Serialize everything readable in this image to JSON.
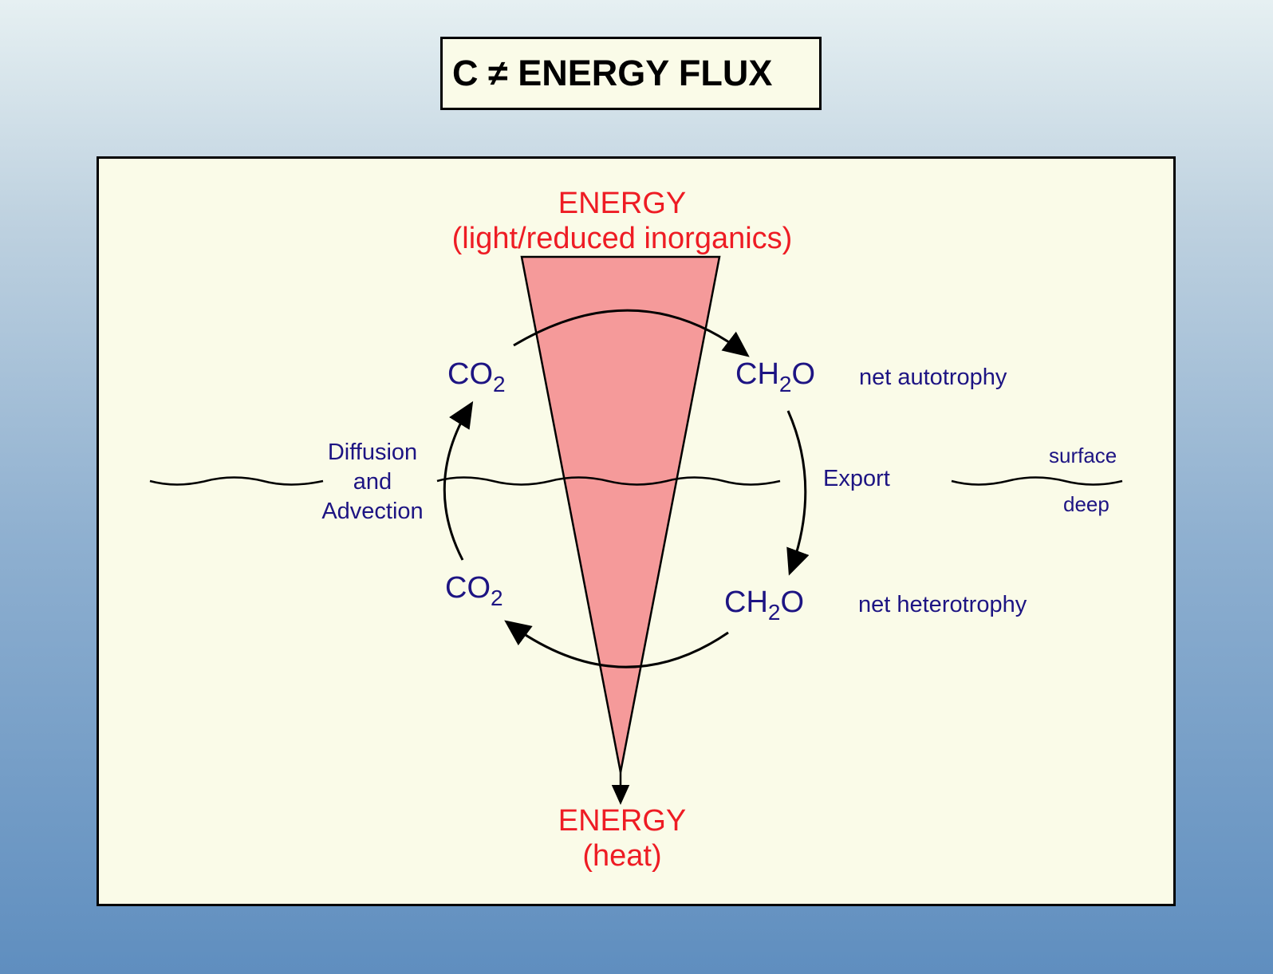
{
  "title": "C ≠ ENERGY FLUX",
  "energy_top": {
    "line1": "ENERGY",
    "line2": "(light/reduced inorganics)"
  },
  "energy_bottom": {
    "line1": "ENERGY",
    "line2": "(heat)"
  },
  "top_left": {
    "main": "CO",
    "sub": "2"
  },
  "top_right": {
    "pre": "CH",
    "sub": "2",
    "post": "O"
  },
  "bottom_left": {
    "main": "CO",
    "sub": "2"
  },
  "bottom_right": {
    "pre": "CH",
    "sub": "2",
    "post": "O"
  },
  "net_autotrophy": "net autotrophy",
  "net_heterotrophy": "net heterotrophy",
  "diffusion": {
    "line1": "Diffusion",
    "line2": "and",
    "line3": "Advection"
  },
  "export": "Export",
  "surface": "surface",
  "deep": "deep",
  "colors": {
    "energy_text": "#ee1c24",
    "carbon_text": "#1d1483",
    "wedge_fill": "#f59a9a",
    "panel_bg": "#fafbe8"
  }
}
